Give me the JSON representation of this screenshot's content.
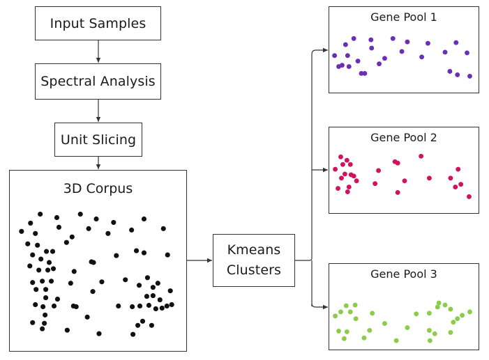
{
  "pipeline": {
    "input_samples": "Input Samples",
    "spectral_analysis": "Spectral Analysis",
    "unit_slicing": "Unit Slicing",
    "corpus": "3D Corpus",
    "kmeans_line1": "Kmeans",
    "kmeans_line2": "Clusters"
  },
  "pools": [
    {
      "label": "Gene Pool 1",
      "color": "#6a2fb5"
    },
    {
      "label": "Gene Pool 2",
      "color": "#d0135f"
    },
    {
      "label": "Gene Pool 3",
      "color": "#8ccc48"
    }
  ],
  "colors": {
    "corpus_points": "#111111",
    "outline": "#333333"
  }
}
